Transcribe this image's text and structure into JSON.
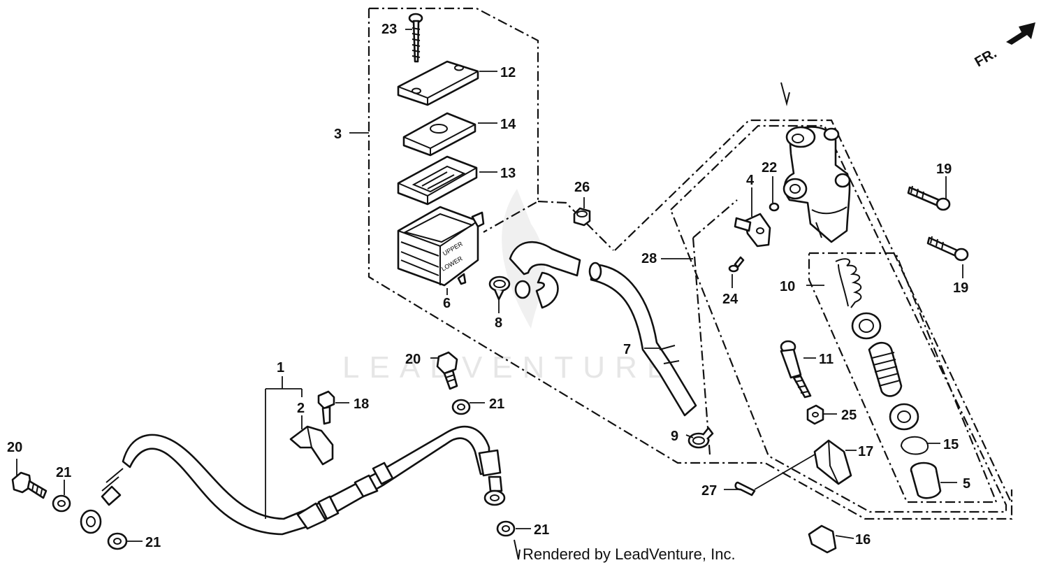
{
  "diagram": {
    "title": "",
    "watermark": "LEADVENTURE",
    "credit": "Rendered by LeadVenture, Inc.",
    "direction_marker": "FR.",
    "callouts": [
      {
        "id": "c1",
        "text": "1"
      },
      {
        "id": "c2",
        "text": "2"
      },
      {
        "id": "c3",
        "text": "3"
      },
      {
        "id": "c4",
        "text": "4"
      },
      {
        "id": "c5",
        "text": "5"
      },
      {
        "id": "c6",
        "text": "6"
      },
      {
        "id": "c7",
        "text": "7"
      },
      {
        "id": "c8",
        "text": "8"
      },
      {
        "id": "c9",
        "text": "9"
      },
      {
        "id": "c10",
        "text": "10"
      },
      {
        "id": "c11",
        "text": "11"
      },
      {
        "id": "c12",
        "text": "12"
      },
      {
        "id": "c13",
        "text": "13"
      },
      {
        "id": "c14",
        "text": "14"
      },
      {
        "id": "c15",
        "text": "15"
      },
      {
        "id": "c16",
        "text": "16"
      },
      {
        "id": "c17",
        "text": "17"
      },
      {
        "id": "c18",
        "text": "18"
      },
      {
        "id": "c19a",
        "text": "19"
      },
      {
        "id": "c19b",
        "text": "19"
      },
      {
        "id": "c20a",
        "text": "20"
      },
      {
        "id": "c20b",
        "text": "20"
      },
      {
        "id": "c21a",
        "text": "21"
      },
      {
        "id": "c21b",
        "text": "21"
      },
      {
        "id": "c21c",
        "text": "21"
      },
      {
        "id": "c21d",
        "text": "21"
      },
      {
        "id": "c22",
        "text": "22"
      },
      {
        "id": "c23",
        "text": "23"
      },
      {
        "id": "c24",
        "text": "24"
      },
      {
        "id": "c25",
        "text": "25"
      },
      {
        "id": "c26",
        "text": "26"
      },
      {
        "id": "c27",
        "text": "27"
      },
      {
        "id": "c28",
        "text": "28"
      }
    ],
    "reservoir_text": [
      "UPPER",
      "LOWER"
    ]
  }
}
